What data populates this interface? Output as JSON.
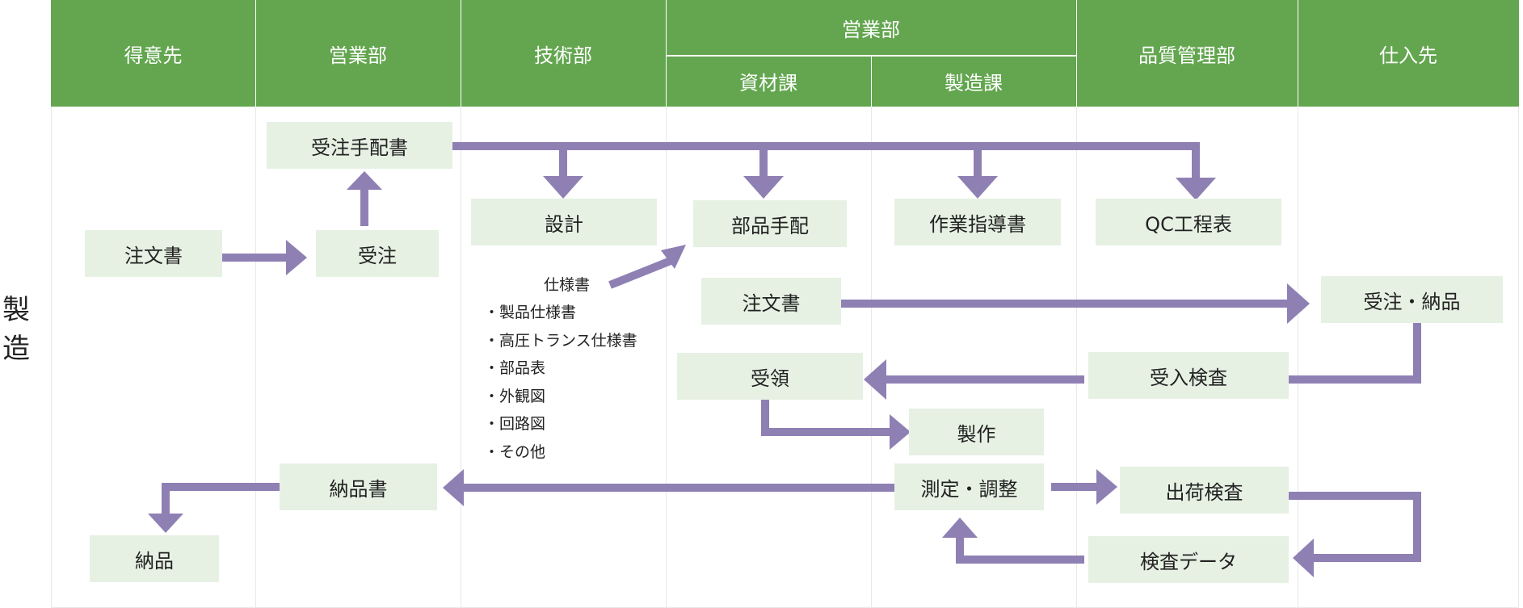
{
  "side_label": "製造",
  "headers": {
    "tokuisaki": "得意先",
    "eigyo1": "営業部",
    "gijutsu": "技術部",
    "eigyo2": "営業部",
    "shizai": "資材課",
    "seizo": "製造課",
    "hinshitsu": "品質管理部",
    "shiiresaki": "仕入先"
  },
  "boxes": {
    "juchu_tehaisho": "受注手配書",
    "chumonsho_1": "注文書",
    "juchu": "受注",
    "sekkei": "設計",
    "buhin_tehai": "部品手配",
    "sagyo_shidosho": "作業指導書",
    "qc_koteihyo": "QC工程表",
    "chumonsho_2": "注文書",
    "juchu_nohin": "受注・納品",
    "juryo": "受領",
    "ukeire_kensa": "受入検査",
    "seisaku": "製作",
    "sokutei_chosei": "測定・調整",
    "shukka_kensa": "出荷検査",
    "nohinsho": "納品書",
    "kensa_data": "検査データ",
    "nohin": "納品"
  },
  "spec_notes": {
    "title": "仕様書",
    "items": [
      "・製品仕様書",
      "・高圧トランス仕様書",
      "・部品表",
      "・外観図",
      "・回路図",
      "・その他"
    ]
  },
  "colors": {
    "header": "#63a64f",
    "box": "#e6f1e3",
    "arrow": "#8f80b4"
  }
}
